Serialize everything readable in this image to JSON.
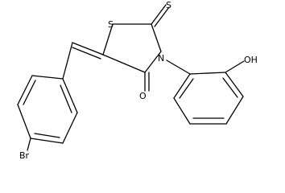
{
  "molecule": {
    "atom_labels": {
      "sulfur_ring": "S",
      "sulfur_thione": "S",
      "nitrogen": "N",
      "oxygen_carbonyl": "O",
      "hydroxyl": "OH",
      "bromine": "Br"
    }
  }
}
